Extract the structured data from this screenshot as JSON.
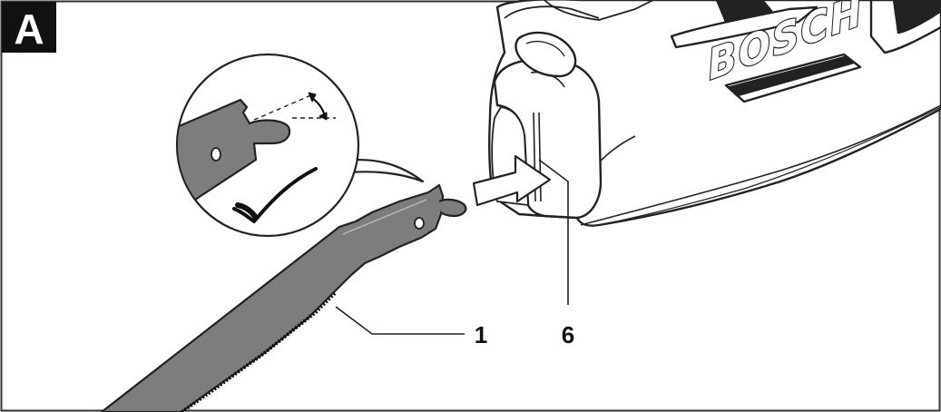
{
  "figure": {
    "panel_letter": "A",
    "brand": "BOSCH",
    "callouts": [
      {
        "id": "blade",
        "number": "1"
      },
      {
        "id": "blade-holder",
        "number": "6"
      }
    ]
  },
  "colors": {
    "badge": "#111111",
    "blade_fill": "#7d7d7d",
    "outline": "#222222",
    "housing": "#ffffff",
    "frame": "#333333"
  }
}
